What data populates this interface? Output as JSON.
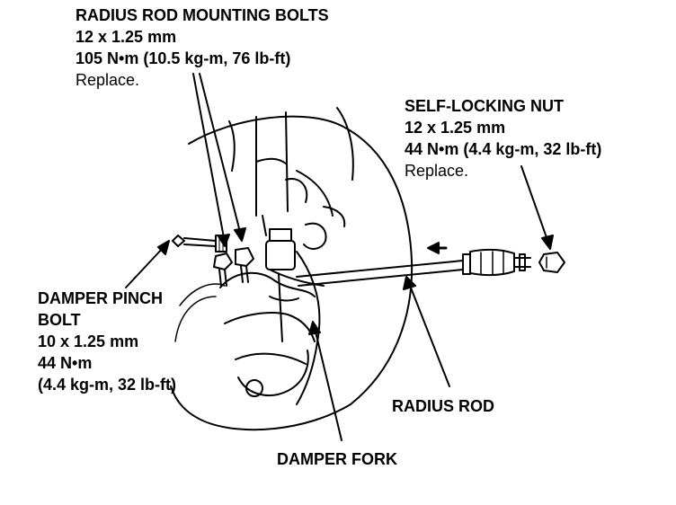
{
  "labels": {
    "radius_rod_bolts": {
      "title": "RADIUS ROD MOUNTING BOLTS",
      "size": "12 x 1.25 mm",
      "torque": "105 N•m (10.5 kg-m, 76 lb-ft)",
      "note": "Replace."
    },
    "self_locking_nut": {
      "title": "SELF-LOCKING NUT",
      "size": "12 x 1.25 mm",
      "torque": "44 N•m (4.4 kg-m, 32 lb-ft)",
      "note": "Replace."
    },
    "damper_pinch_bolt": {
      "title_line1": "DAMPER PINCH",
      "title_line2": "BOLT",
      "size": "10 x 1.25 mm",
      "torque": "44 N•m",
      "torque_alt": "(4.4 kg-m, 32 lb-ft)"
    },
    "radius_rod": "RADIUS ROD",
    "damper_fork": "DAMPER FORK"
  },
  "colors": {
    "ink": "#000000",
    "paper": "#ffffff"
  }
}
